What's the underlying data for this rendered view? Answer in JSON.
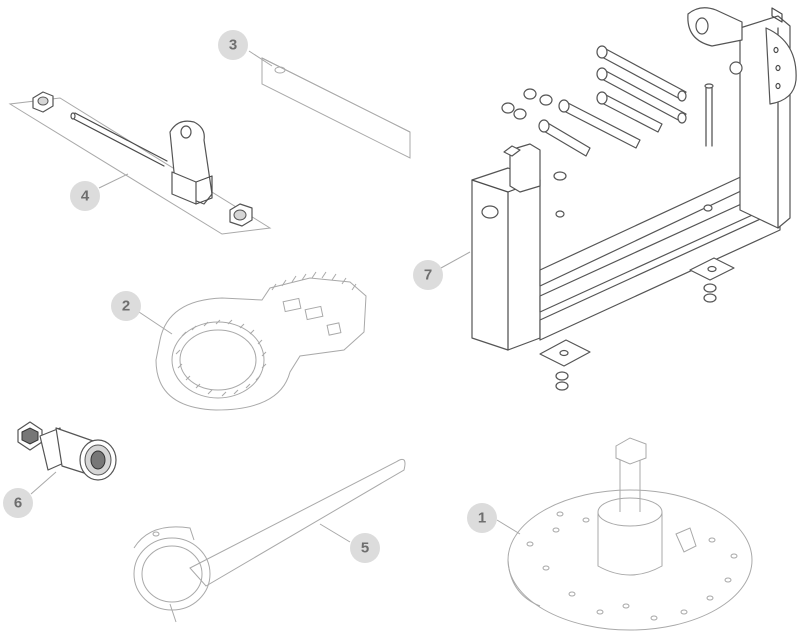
{
  "callouts": {
    "c1": "1",
    "c2": "2",
    "c3": "3",
    "c4": "4",
    "c5": "5",
    "c6": "6",
    "c7": "7"
  },
  "colors": {
    "callout_fill": "#dcdcdc",
    "callout_text": "#6e6e6e",
    "line": "#4a4a4a",
    "leader": "#a8a8a8"
  }
}
